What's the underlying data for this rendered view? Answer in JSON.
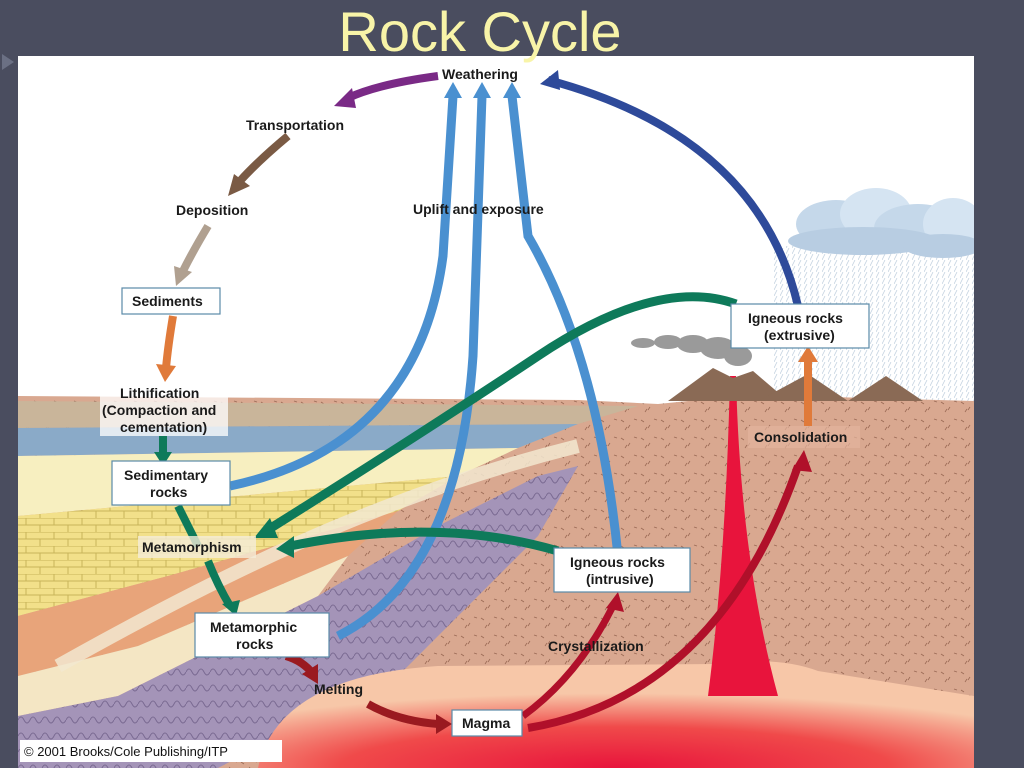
{
  "slide": {
    "title": "Rock Cycle"
  },
  "diagram": {
    "labels": {
      "weathering": "Weathering",
      "transportation": "Transportation",
      "deposition": "Deposition",
      "sediments": "Sediments",
      "lithification_1": "Lithification",
      "lithification_2": "(Compaction and",
      "lithification_3": "cementation)",
      "sedimentary_1": "Sedimentary",
      "sedimentary_2": "rocks",
      "metamorphism": "Metamorphism",
      "metamorphic_1": "Metamorphic",
      "metamorphic_2": "rocks",
      "melting": "Melting",
      "magma": "Magma",
      "crystallization": "Crystallization",
      "igneous_intrusive_1": "Igneous rocks",
      "igneous_intrusive_2": "(intrusive)",
      "consolidation": "Consolidation",
      "igneous_extrusive_1": "Igneous rocks",
      "igneous_extrusive_2": "(extrusive)",
      "uplift": "Uplift and exposure",
      "copyright": "© 2001 Brooks/Cole Publishing/ITP"
    },
    "colors": {
      "slide_background": "#4a4d5f",
      "title": "#f8f4a8",
      "weathering_arrow": "#7a2a86",
      "transport_arrow": "#7a5a44",
      "deposition_arrow": "#b0a090",
      "lithification_arrow": "#e07a3a",
      "metamorphism_arrow": "#0e7a5a",
      "uplift_arrow": "#4a90d0",
      "extrusive_weathering_arrow": "#2e4a9a",
      "magma_arrow": "#b0102a",
      "magma": "#e8143c",
      "crust": "#d9a890"
    }
  }
}
